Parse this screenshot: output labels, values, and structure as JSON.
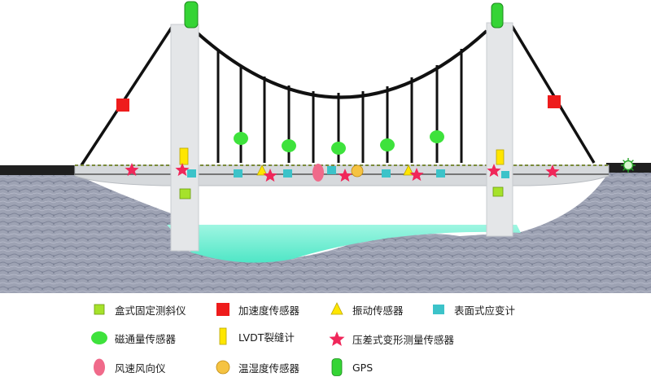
{
  "colors": {
    "ground": "#9aa0b2",
    "water": "#7ff0d6",
    "tower": "#e4e6e8",
    "deck": "#d6d9dc",
    "cable": "#111111",
    "inclinometer": "#a6e22a",
    "accelerometer": "#ee1c1c",
    "vibration": "#ffe600",
    "strain": "#3cc3c9",
    "magnetic": "#3ee23c",
    "lvdt": "#ffe600",
    "deflection": "#f0275a",
    "anemometer": "#f06a8a",
    "thermo": "#f5c342",
    "gps": "#35d435"
  },
  "legend": [
    {
      "key": "inclinometer",
      "label": "盒式固定测斜仪",
      "icon": "green-square-icon"
    },
    {
      "key": "accelerometer",
      "label": "加速度传感器",
      "icon": "red-square-icon"
    },
    {
      "key": "vibration",
      "label": "振动传感器",
      "icon": "yellow-triangle-icon"
    },
    {
      "key": "strain",
      "label": "表面式应变计",
      "icon": "cyan-rectangle-icon"
    },
    {
      "key": "magnetic",
      "label": "磁通量传感器",
      "icon": "green-ellipse-icon"
    },
    {
      "key": "lvdt",
      "label": "LVDT裂缝计",
      "icon": "yellow-bar-icon"
    },
    {
      "key": "deflection",
      "label": "压差式变形测量传感器",
      "icon": "red-star-icon"
    },
    {
      "key": "anemometer",
      "label": "风速风向仪",
      "icon": "pink-ellipse-icon"
    },
    {
      "key": "thermo",
      "label": "温湿度传感器",
      "icon": "orange-circle-icon"
    },
    {
      "key": "gps",
      "label": "GPS",
      "icon": "green-capsule-icon"
    }
  ]
}
